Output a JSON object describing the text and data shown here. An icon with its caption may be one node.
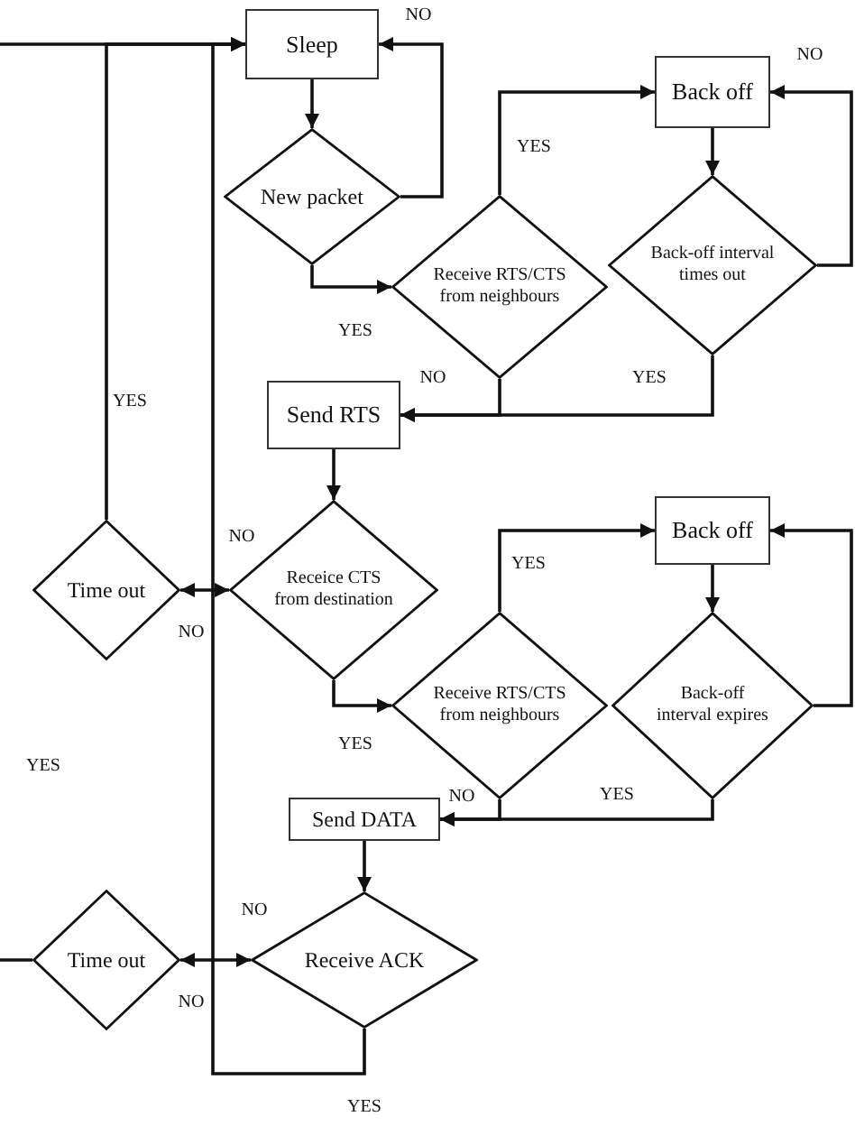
{
  "diagram": {
    "nodes": [
      {
        "text": [
          "Sleep"
        ]
      },
      {
        "text": [
          "New packet"
        ]
      },
      {
        "text": [
          "Receive RTS/CTS from neighbours"
        ]
      },
      {
        "text": [
          "Back off"
        ]
      },
      {
        "text": [
          "Back-off interval times out"
        ]
      },
      {
        "text": [
          "Send RTS"
        ]
      },
      {
        "text": [
          "Time out"
        ]
      },
      {
        "text": [
          "Receice CTS from destination"
        ]
      },
      {
        "text": [
          "Receive RTS/CTS from neighbours"
        ]
      },
      {
        "text": [
          "Back off"
        ]
      },
      {
        "text": [
          "Back-off interval expires"
        ]
      },
      {
        "text": [
          "Send DATA"
        ]
      },
      {
        "text": [
          "Time out"
        ]
      },
      {
        "text": [
          "Receive ACK"
        ]
      }
    ],
    "edges": [
      {
        "from": null,
        "to": 0,
        "arrow": "to"
      },
      {
        "from": 6,
        "to": 0,
        "arrow": "to",
        "label": "YES"
      },
      {
        "from": 13,
        "to": 0,
        "arrow": "to",
        "label": "YES"
      },
      {
        "from": 0,
        "to": 1,
        "arrow": "to"
      },
      {
        "from": 1,
        "to": 0,
        "arrow": "to",
        "label": "NO"
      },
      {
        "from": 1,
        "to": 2,
        "arrow": "to",
        "label": "YES"
      },
      {
        "from": 2,
        "to": 3,
        "arrow": "to",
        "label": "YES"
      },
      {
        "from": 2,
        "to": 5,
        "arrow": "to",
        "label": "NO"
      },
      {
        "from": 3,
        "to": 4,
        "arrow": "to"
      },
      {
        "from": 4,
        "to": 3,
        "arrow": "to",
        "label": "NO"
      },
      {
        "from": 4,
        "to": 5,
        "arrow": "to",
        "label": "YES"
      },
      {
        "from": 5,
        "to": 7,
        "arrow": "to"
      },
      {
        "from": 7,
        "to": 6,
        "arrow": "both"
      },
      {
        "from": 7,
        "to": 8,
        "arrow": "to",
        "label": "YES"
      },
      {
        "from": 8,
        "to": 9,
        "arrow": "to",
        "label": "YES"
      },
      {
        "from": 9,
        "to": 10,
        "arrow": "to"
      },
      {
        "from": 10,
        "to": 9,
        "arrow": "to"
      },
      {
        "from": 10,
        "to": 11,
        "arrow": "to",
        "label": "YES"
      },
      {
        "from": 8,
        "to": 11,
        "arrow": "to",
        "label": "NO"
      },
      {
        "from": 11,
        "to": 13,
        "arrow": "to"
      },
      {
        "from": 13,
        "to": 12,
        "arrow": "both"
      },
      {
        "from": 12,
        "to": null,
        "arrow": "none"
      }
    ],
    "labels": [
      "NO",
      "NO",
      "YES",
      "NO",
      "NO"
    ]
  }
}
